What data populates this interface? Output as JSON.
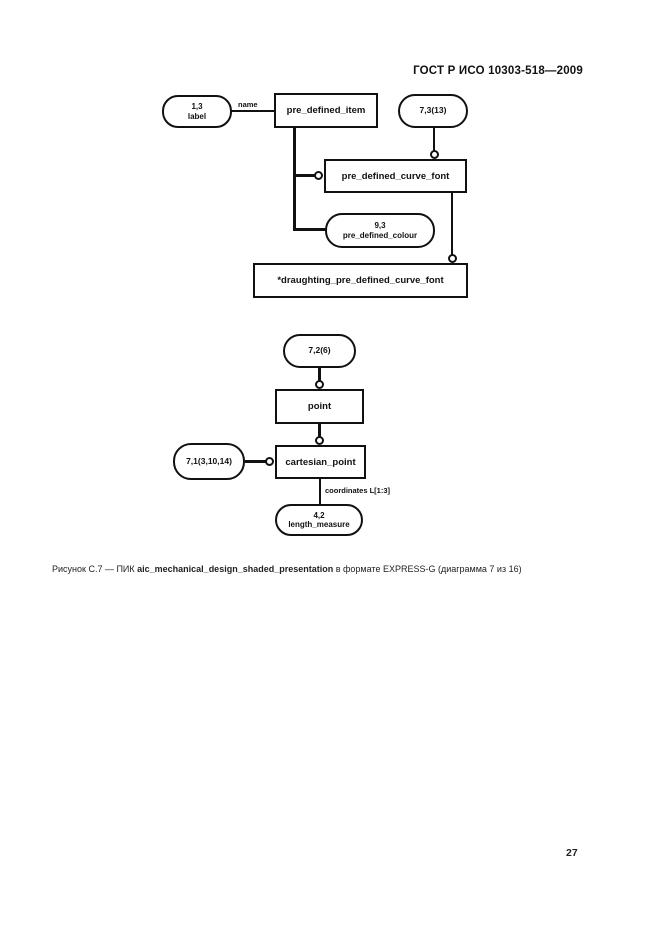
{
  "page": {
    "header": "ГОСТ Р ИСО 10303-518—2009",
    "page_number": "27",
    "caption": {
      "prefix": "Рисунок  С.7 — ПИК ",
      "bold_name": "aic_mechanical_design_shaded_presentation",
      "suffix": " в формате EXPRESS-G (диаграмма 7 из 16)"
    }
  },
  "colors": {
    "ink": "#111111",
    "paper": "#ffffff"
  },
  "diagram_top": {
    "oval_label_ref": {
      "line1": "1,3",
      "line2": "label"
    },
    "edge_name_label": "name",
    "rect_pre_defined_item": "pre_defined_item",
    "oval_page_ref_7_3": "7,3(13)",
    "rect_pre_defined_curve_font": "pre_defined_curve_font",
    "oval_pre_defined_colour": {
      "line1": "9,3",
      "line2": "pre_defined_colour"
    },
    "rect_draughting_pre_defined_curve_font": "*draughting_pre_defined_curve_font"
  },
  "diagram_bottom": {
    "oval_page_ref_7_2": "7,2(6)",
    "rect_point": "point",
    "oval_page_ref_7_1": "7,1(3,10,14)",
    "rect_cartesian_point": "cartesian_point",
    "edge_coordinates_label": "coordinates L[1:3]",
    "oval_length_measure": {
      "line1": "4,2",
      "line2": "length_measure"
    }
  }
}
